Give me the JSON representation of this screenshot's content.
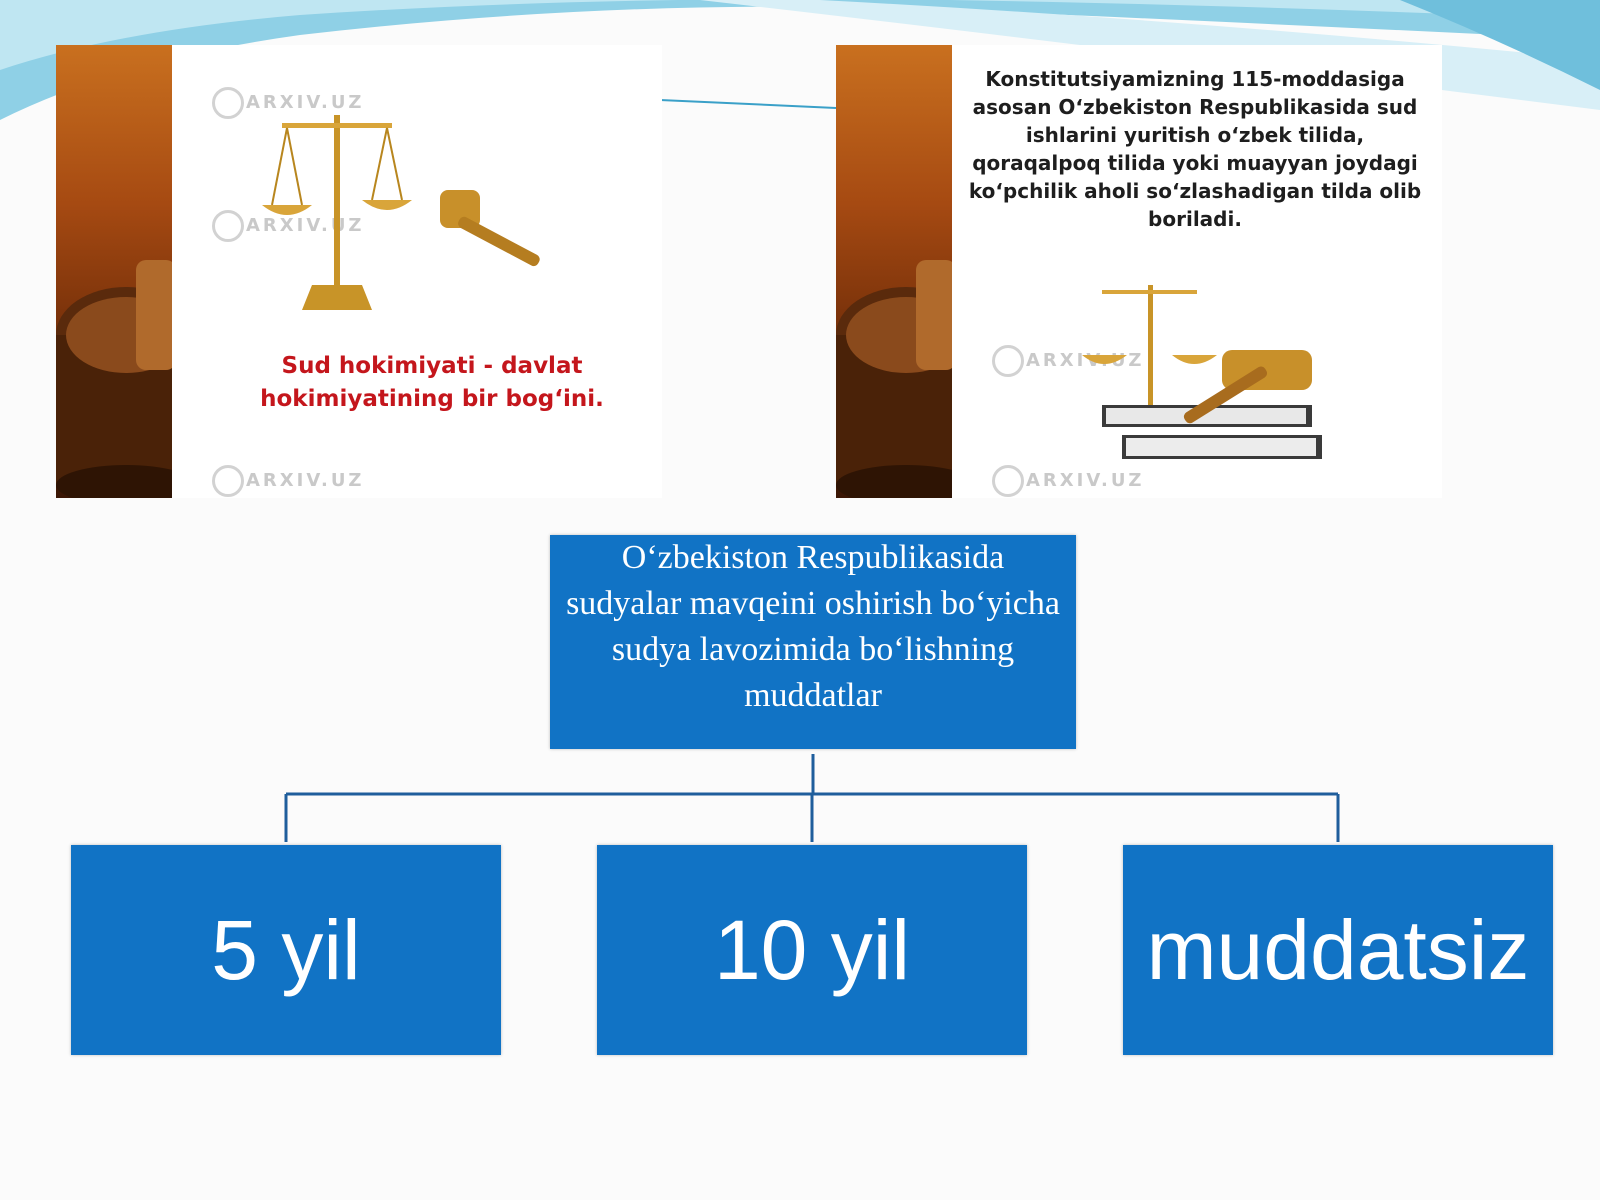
{
  "colors": {
    "box_fill": "#1173c5",
    "box_text": "#ffffff",
    "connector": "#1f5e9c",
    "caption_red": "#c4161c",
    "strip": "#a64a12"
  },
  "slide_left": {
    "watermark": "ARXIV.UZ",
    "caption": "Sud hokimiyati - davlat hokimiyatining bir bog‘ini.",
    "icons": [
      "gavel-icon",
      "scales-icon"
    ]
  },
  "slide_right": {
    "watermark": "ARXIV.UZ",
    "caption": "Konstitutsiyamizning 115-moddasiga asosan O‘zbekiston Respublikasida sud ishlarini yuritish o‘zbek tilida, qoraqalpoq tilida yoki muayyan joydagi ko‘pchilik aholi so‘zlashadigan tilda olib boriladi.",
    "icons": [
      "gavel-icon",
      "scales-icon",
      "books-icon"
    ]
  },
  "diagram": {
    "root": {
      "text": "O‘zbekiston Respublikasida sudyalar mavqeini oshirish bo‘yicha sudya lavozimida bo‘lishning muddatlar"
    },
    "children": [
      {
        "text": "5 yil"
      },
      {
        "text": "10 yil"
      },
      {
        "text": "muddatsiz"
      }
    ]
  }
}
